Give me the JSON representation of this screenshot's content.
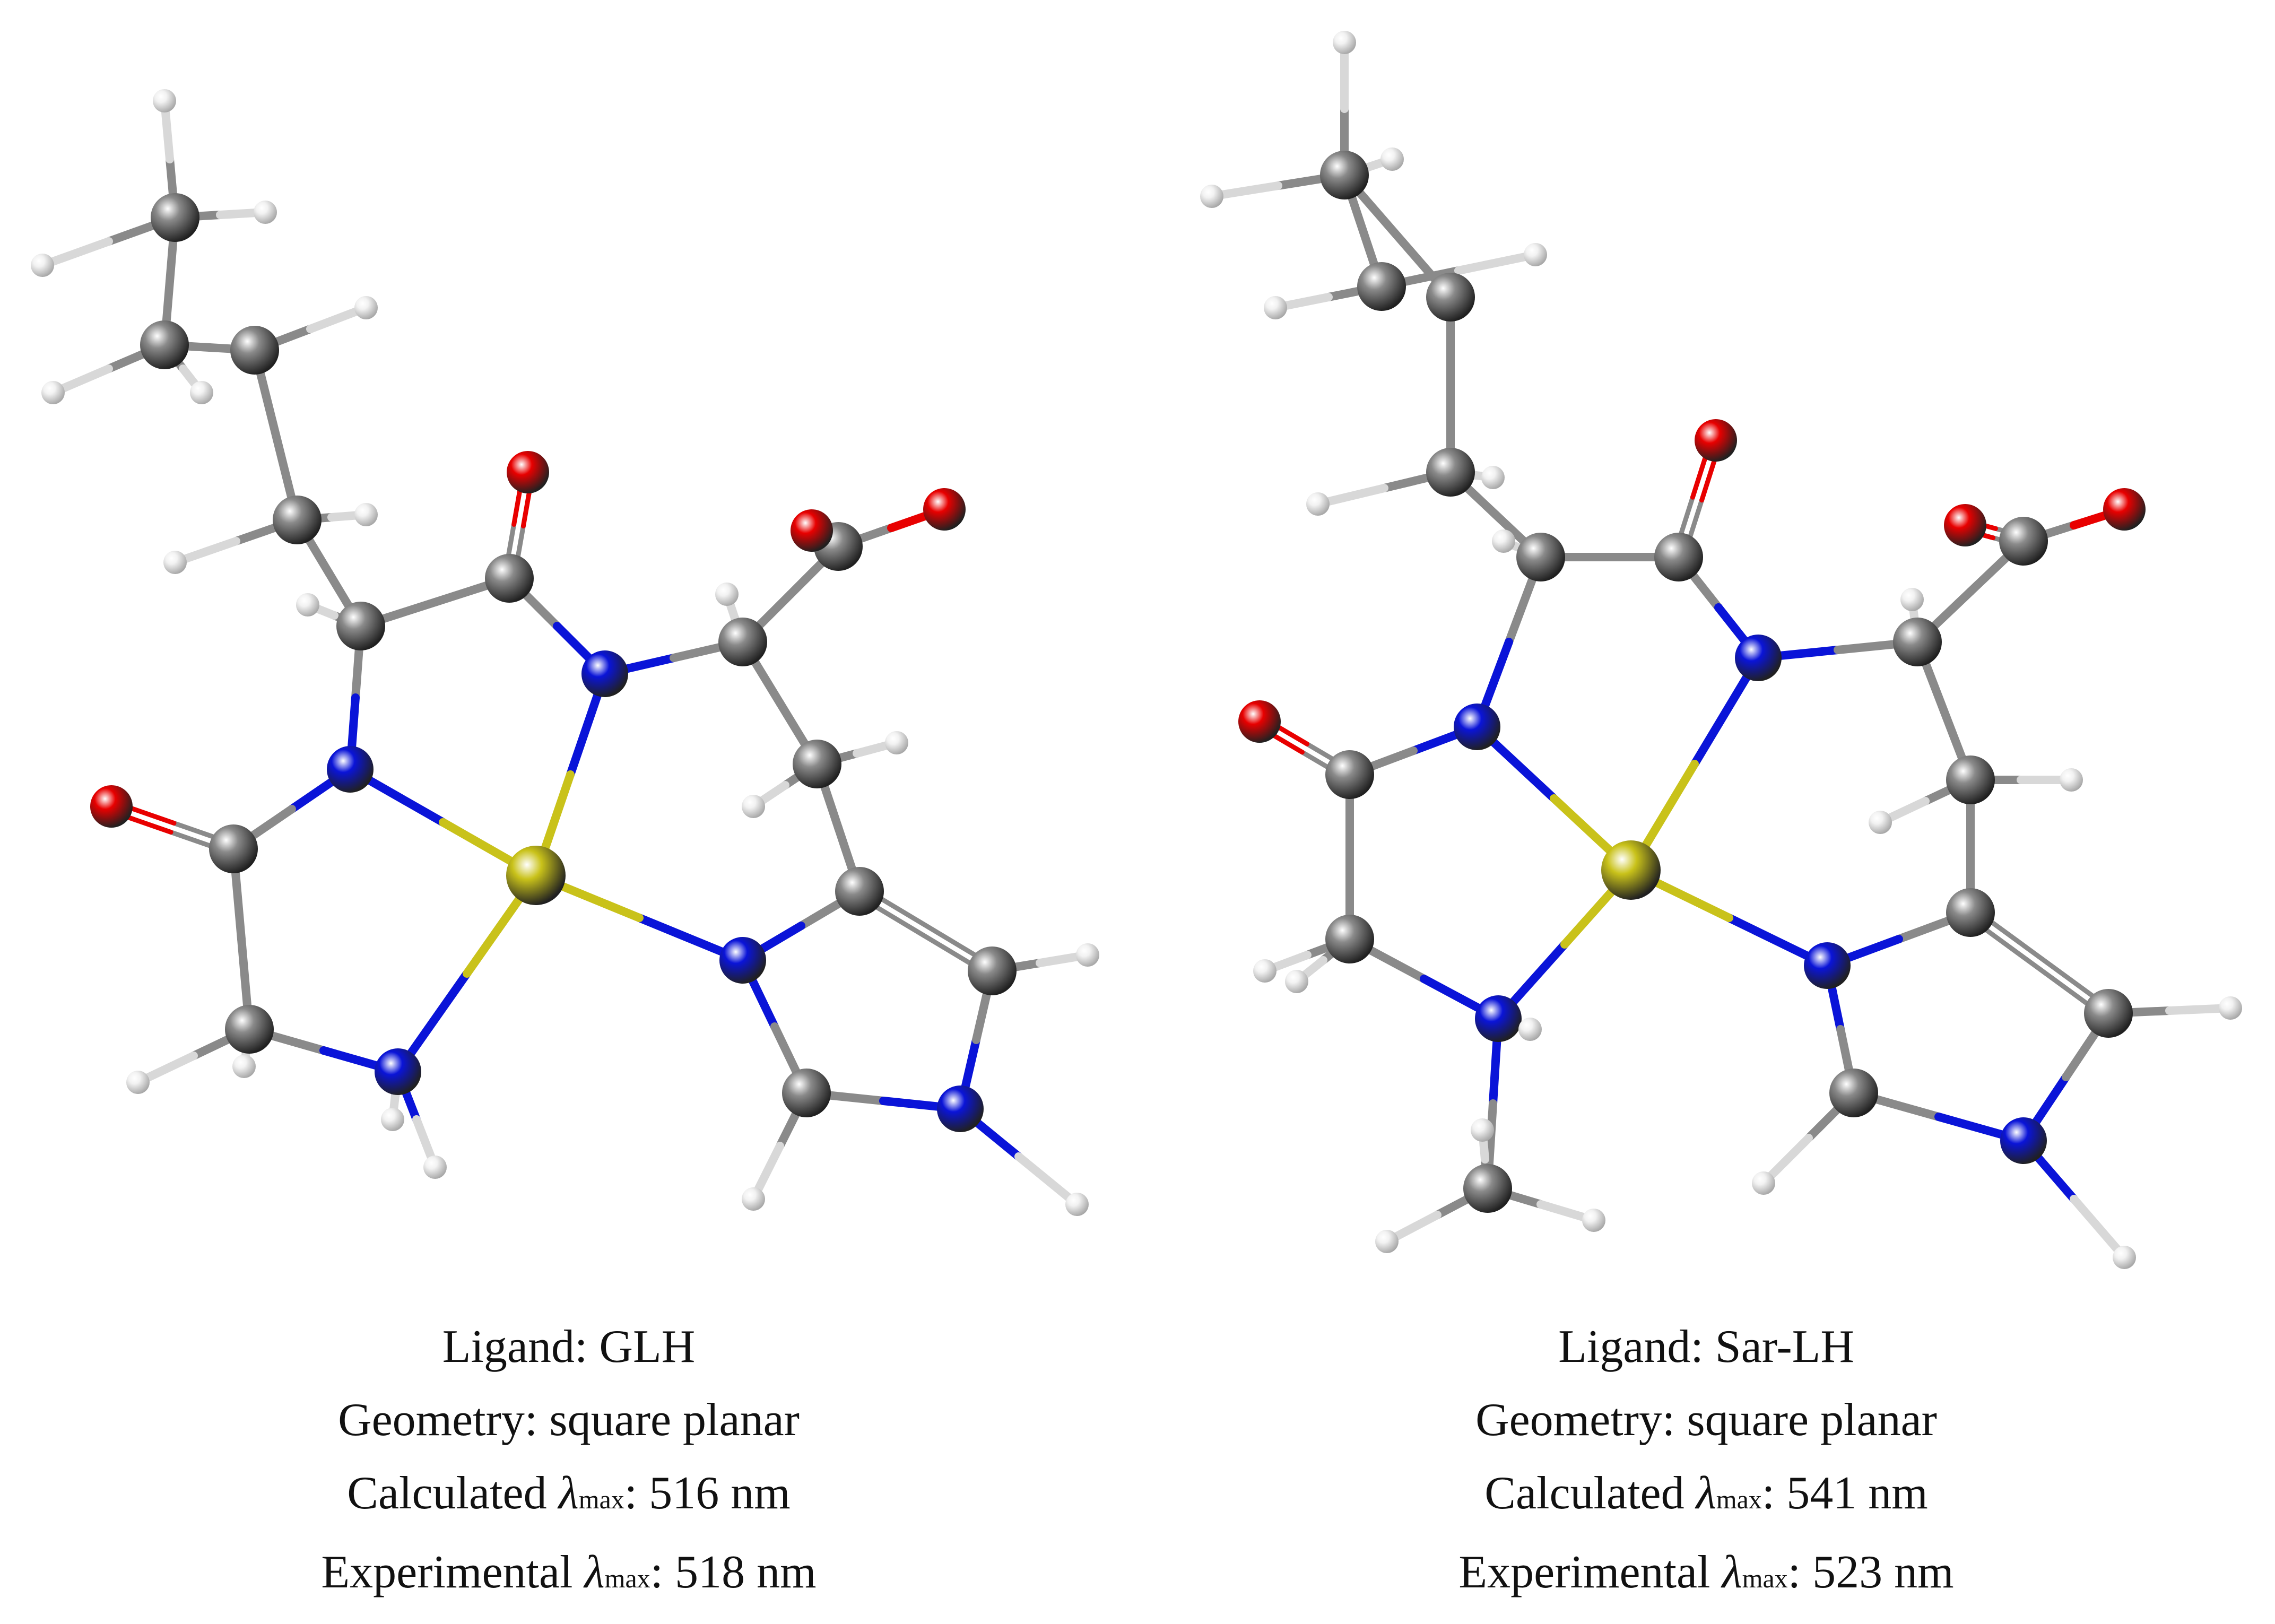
{
  "colors": {
    "carbon": "#8a8a8a",
    "hydrogen": "#f2f2f2",
    "nitrogen": "#0a14d8",
    "oxygen": "#e80000",
    "metal": "#c9c21a"
  },
  "panels": [
    {
      "ligand_label": "Ligand: ",
      "ligand": "GLH",
      "geometry_label": "Geometry: ",
      "geometry": "square planar",
      "calc_label": "Calculated ",
      "lambda": "λ",
      "lambda_sub": "max",
      "calc_value": ": 516 nm",
      "exp_label": "Experimental ",
      "exp_value": ": 518 nm"
    },
    {
      "ligand_label": "Ligand: ",
      "ligand": "Sar-LH",
      "geometry_label": "Geometry: ",
      "geometry": "square planar",
      "calc_label": "Calculated ",
      "lambda": "λ",
      "lambda_sub": "max",
      "calc_value": ": 541 nm",
      "exp_label": "Experimental ",
      "exp_value": ": 523 nm"
    }
  ]
}
